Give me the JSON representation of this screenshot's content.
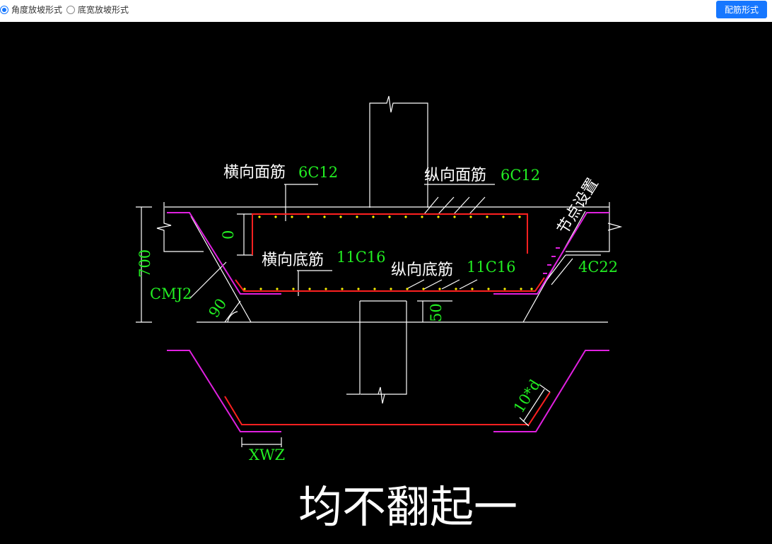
{
  "toolbar": {
    "options": [
      {
        "label": "角度放坡形式",
        "checked": true
      },
      {
        "label": "底宽放坡形式",
        "checked": false
      }
    ],
    "rebar_button": "配筋形式"
  },
  "drawing": {
    "top_transverse_label": "横向面筋",
    "top_transverse_value": "6C12",
    "top_longitudinal_label": "纵向面筋",
    "top_longitudinal_value": "6C12",
    "node_setting": "节点设置",
    "bottom_transverse_label": "横向底筋",
    "bottom_transverse_value": "11C16",
    "bottom_longitudinal_label": "纵向底筋",
    "bottom_longitudinal_value": "11C16",
    "height_value": "700",
    "cover_value": "0",
    "side_rebar_label": "CMJ2",
    "slope_rebar": "4C22",
    "angle_value": "90",
    "bottom_gap": "50",
    "anchor_length": "10*d",
    "xwz_label": "XWZ",
    "bottom_note": "均不翻起一",
    "colors": {
      "rebar_red": "#ff2020",
      "rebar_magenta": "#e020e0",
      "dim_green": "#22ee22",
      "accent_blue": "#1677ff"
    }
  }
}
